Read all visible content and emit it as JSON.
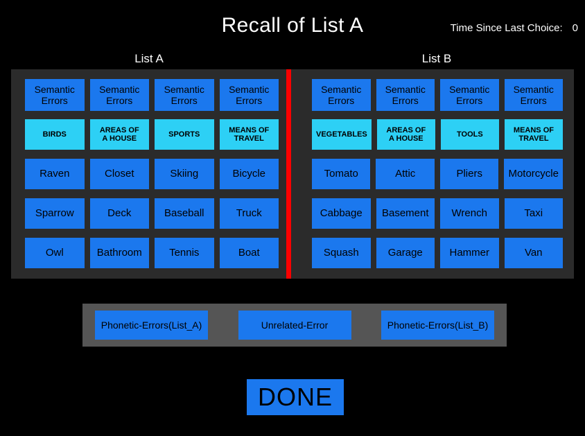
{
  "header": {
    "title": "Recall of List A",
    "timer_label": "Time Since Last Choice:",
    "timer_value": "0"
  },
  "lists": {
    "list_a_label": "List A",
    "list_b_label": "List B"
  },
  "colors": {
    "background": "#000000",
    "panel": "#2b2b2b",
    "divider": "#fb0000",
    "button_blue": "#1b78ee",
    "button_cyan": "#2dd0f5",
    "error_bar": "#555555",
    "button_text": "#000000",
    "header_text": "#ffffff"
  },
  "list_a": {
    "semantic_error_labels": [
      "Semantic\nErrors",
      "Semantic\nErrors",
      "Semantic\nErrors",
      "Semantic\nErrors"
    ],
    "categories": [
      "BIRDS",
      "AREAS OF\nA HOUSE",
      "SPORTS",
      "MEANS OF\nTRAVEL"
    ],
    "words": [
      [
        "Raven",
        "Closet",
        "Skiing",
        "Bicycle"
      ],
      [
        "Sparrow",
        "Deck",
        "Baseball",
        "Truck"
      ],
      [
        "Owl",
        "Bathroom",
        "Tennis",
        "Boat"
      ]
    ]
  },
  "list_b": {
    "semantic_error_labels": [
      "Semantic\nErrors",
      "Semantic\nErrors",
      "Semantic\nErrors",
      "Semantic\nErrors"
    ],
    "categories": [
      "VEGETABLES",
      "AREAS OF\nA HOUSE",
      "TOOLS",
      "MEANS OF\nTRAVEL"
    ],
    "words": [
      [
        "Tomato",
        "Attic",
        "Pliers",
        "Motorcycle"
      ],
      [
        "Cabbage",
        "Basement",
        "Wrench",
        "Taxi"
      ],
      [
        "Squash",
        "Garage",
        "Hammer",
        "Van"
      ]
    ]
  },
  "error_bar": {
    "buttons": [
      "Phonetic-Errors(List_A)",
      "Unrelated-Error",
      "Phonetic-Errors(List_B)"
    ]
  },
  "done": {
    "label": "DONE"
  }
}
